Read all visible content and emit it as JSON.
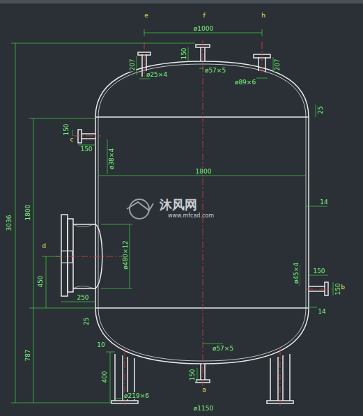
{
  "diagram": {
    "labels": [
      "e",
      "f",
      "h",
      "ø1000",
      "150",
      "207",
      "207",
      "ø25×4",
      "ø57×5",
      "ø89×6",
      "25",
      "150",
      "c",
      "150",
      "ø38×4",
      "1800",
      "14",
      "3036",
      "1800",
      "d",
      "450",
      "250",
      "ø480×12",
      "ø45×4",
      "150",
      "b",
      "150",
      "14",
      "25",
      "787",
      "10",
      "400",
      "ø57×5",
      "150",
      "a",
      "ø219×6",
      "ø1150",
      "沐风网",
      "www.mfcad.com"
    ]
  }
}
